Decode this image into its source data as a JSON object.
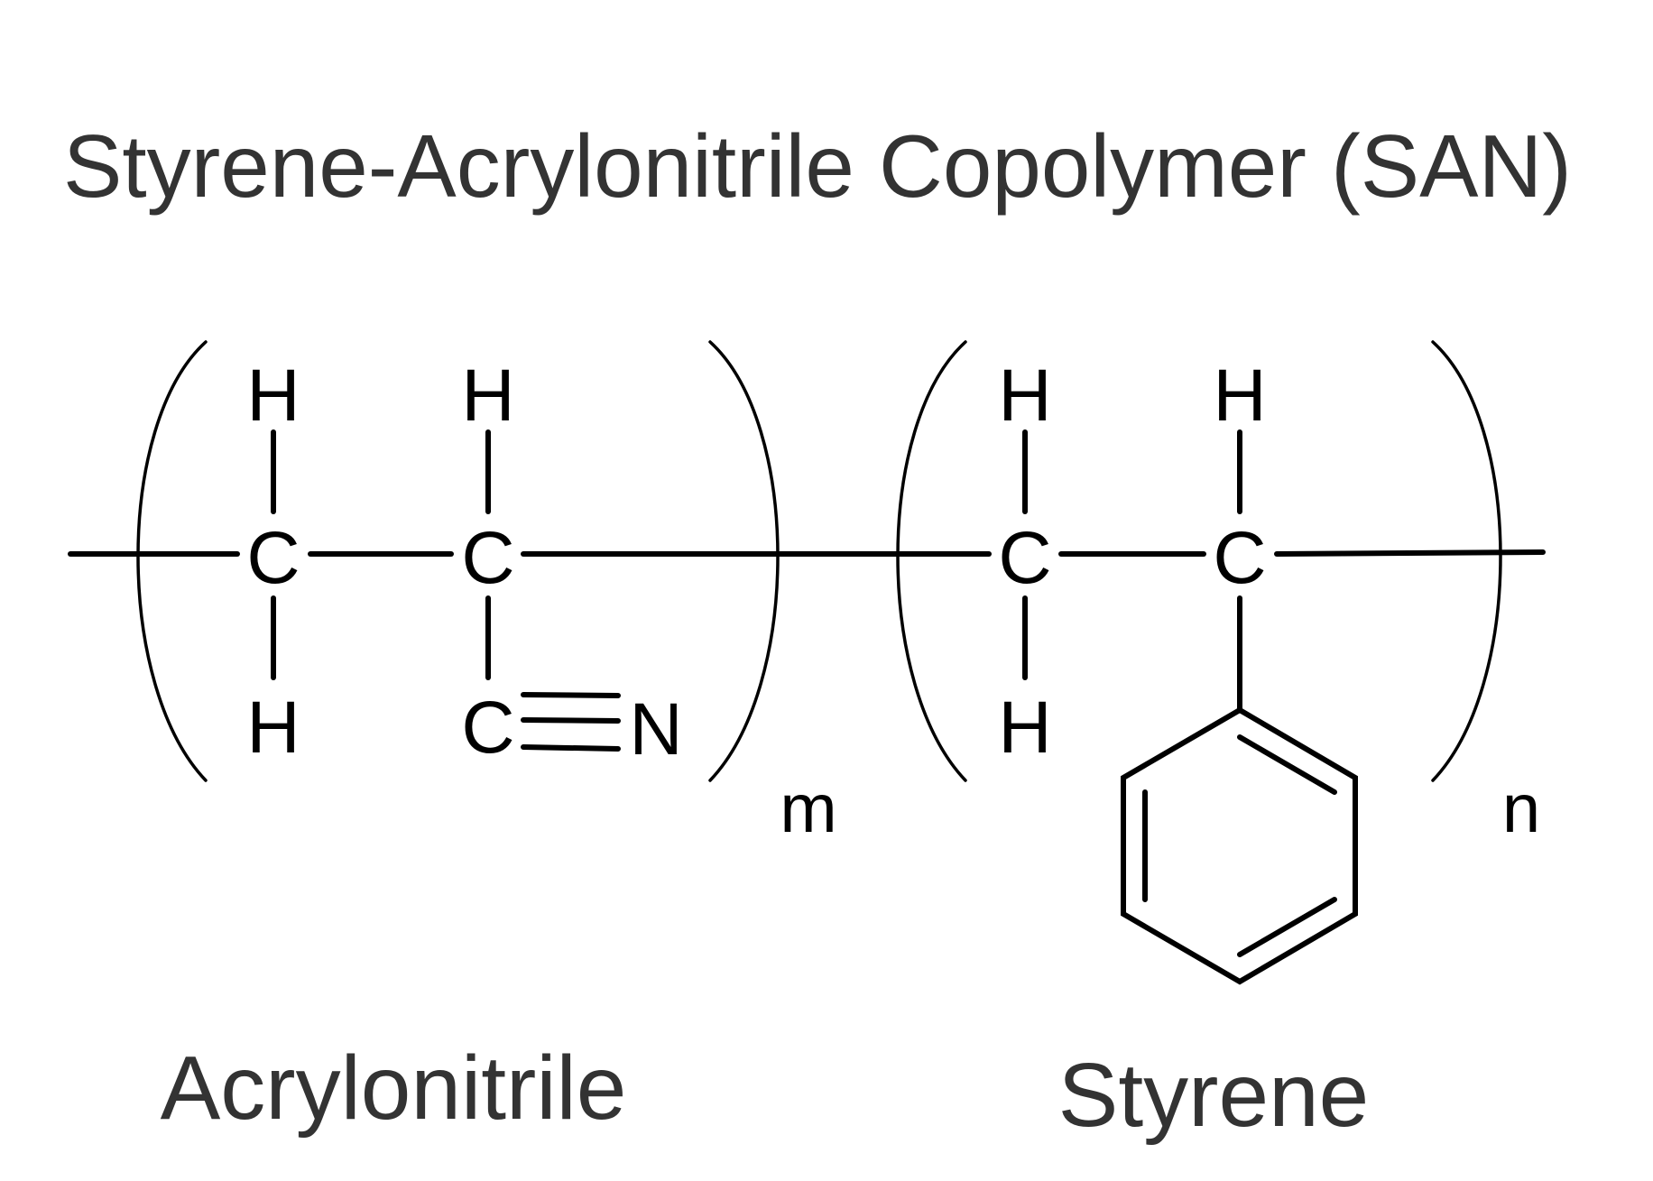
{
  "title": "Styrene-Acrylonitrile Copolymer (SAN)",
  "atoms": {
    "h": "H",
    "c": "C",
    "n": "N"
  },
  "subscripts": {
    "m": "m",
    "n": "n"
  },
  "captions": {
    "acrylonitrile": "Acrylonitrile",
    "styrene": "Styrene"
  },
  "colors": {
    "title_text": "#333333",
    "structure": "#000000",
    "background": "#ffffff"
  }
}
